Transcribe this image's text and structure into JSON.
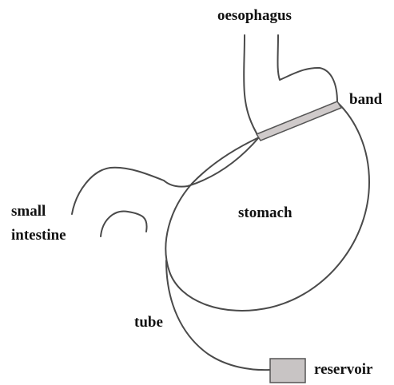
{
  "labels": {
    "oesophagus": "oesophagus",
    "band": "band",
    "small_intestine_line1": "small",
    "small_intestine_line2": "intestine",
    "stomach": "stomach",
    "tube": "tube",
    "reservoir": "reservoir"
  },
  "colors": {
    "outline": "#4a4a4a",
    "band_fill": "#cfcaca",
    "reservoir_fill": "#c8c4c4",
    "label_text": "#111111",
    "background": "#ffffff"
  }
}
